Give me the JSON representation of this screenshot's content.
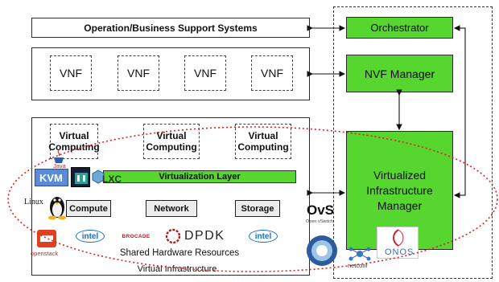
{
  "oss_bss": "Operation/Business Support Systems",
  "vnfs": [
    "VNF",
    "VNF",
    "VNF",
    "VNF"
  ],
  "virtual_computing": [
    {
      "line1": "Virtual",
      "line2": "Computing"
    },
    {
      "line1": "Virtual",
      "line2": "Computing"
    },
    {
      "line1": "Virtual",
      "line2": "Computing"
    }
  ],
  "virtualization_layer": "Virtualization Layer",
  "resources": [
    "Compute",
    "Network",
    "Storage"
  ],
  "shared_hw": "Shared Hardware Resources",
  "virtual_infra": "Virtual Infrastructure",
  "orchestrator": "Orchestrator",
  "vnf_manager": "NVF Manager",
  "vim": "Virtualized Infrastructure Manager",
  "logos": {
    "java": "Java",
    "kvm": "KVM",
    "lxc": "LXC",
    "linux": "Linux",
    "openstack": "openstack",
    "intel": "intel",
    "brocade": "BROCADE",
    "dpdk": "DPDK",
    "ovs": "OvS",
    "ovs_sub": "Open vSwitch",
    "netconf": "netconf",
    "onos": "ONOS"
  },
  "colors": {
    "accent_green": "#58d630",
    "ellipse_red": "#e02020"
  }
}
